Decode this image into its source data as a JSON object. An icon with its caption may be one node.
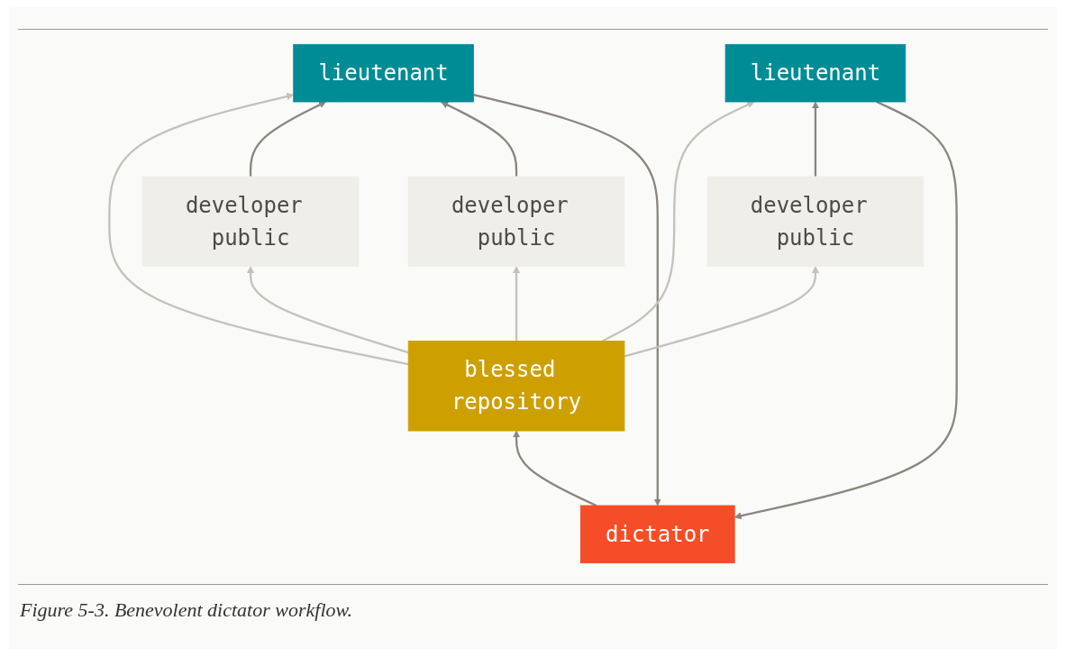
{
  "diagram": {
    "caption": "Figure 5-3. Benevolent dictator workflow.",
    "nodes": [
      {
        "text": [
          "dictator"
        ]
      },
      {
        "text": [
          "blessed repository"
        ]
      },
      {
        "text": [
          "lieutenant"
        ]
      },
      {
        "text": [
          "lieutenant"
        ]
      },
      {
        "text": [
          "developer public"
        ]
      },
      {
        "text": [
          "developer public"
        ]
      },
      {
        "text": [
          "developer public"
        ]
      }
    ],
    "edges": [
      {
        "from": 0,
        "to": 1,
        "arrow": "to"
      },
      {
        "from": 2,
        "to": 0,
        "arrow": "to"
      },
      {
        "from": 3,
        "to": 0,
        "arrow": "to"
      },
      {
        "from": 1,
        "to": 2,
        "arrow": "to",
        "color": "#c4c1bc"
      },
      {
        "from": 1,
        "to": 3,
        "arrow": "to",
        "color": "#c4c1bc"
      },
      {
        "from": 1,
        "to": 4,
        "arrow": "to",
        "color": "#c4c1bc"
      },
      {
        "from": 1,
        "to": 5,
        "arrow": "to",
        "color": "#c4c1bc"
      },
      {
        "from": 1,
        "to": 6,
        "arrow": "to",
        "color": "#c4c1bc"
      },
      {
        "from": 4,
        "to": 2,
        "arrow": "to"
      },
      {
        "from": 5,
        "to": 2,
        "arrow": "to"
      },
      {
        "from": 6,
        "to": 3,
        "arrow": "to"
      }
    ]
  }
}
